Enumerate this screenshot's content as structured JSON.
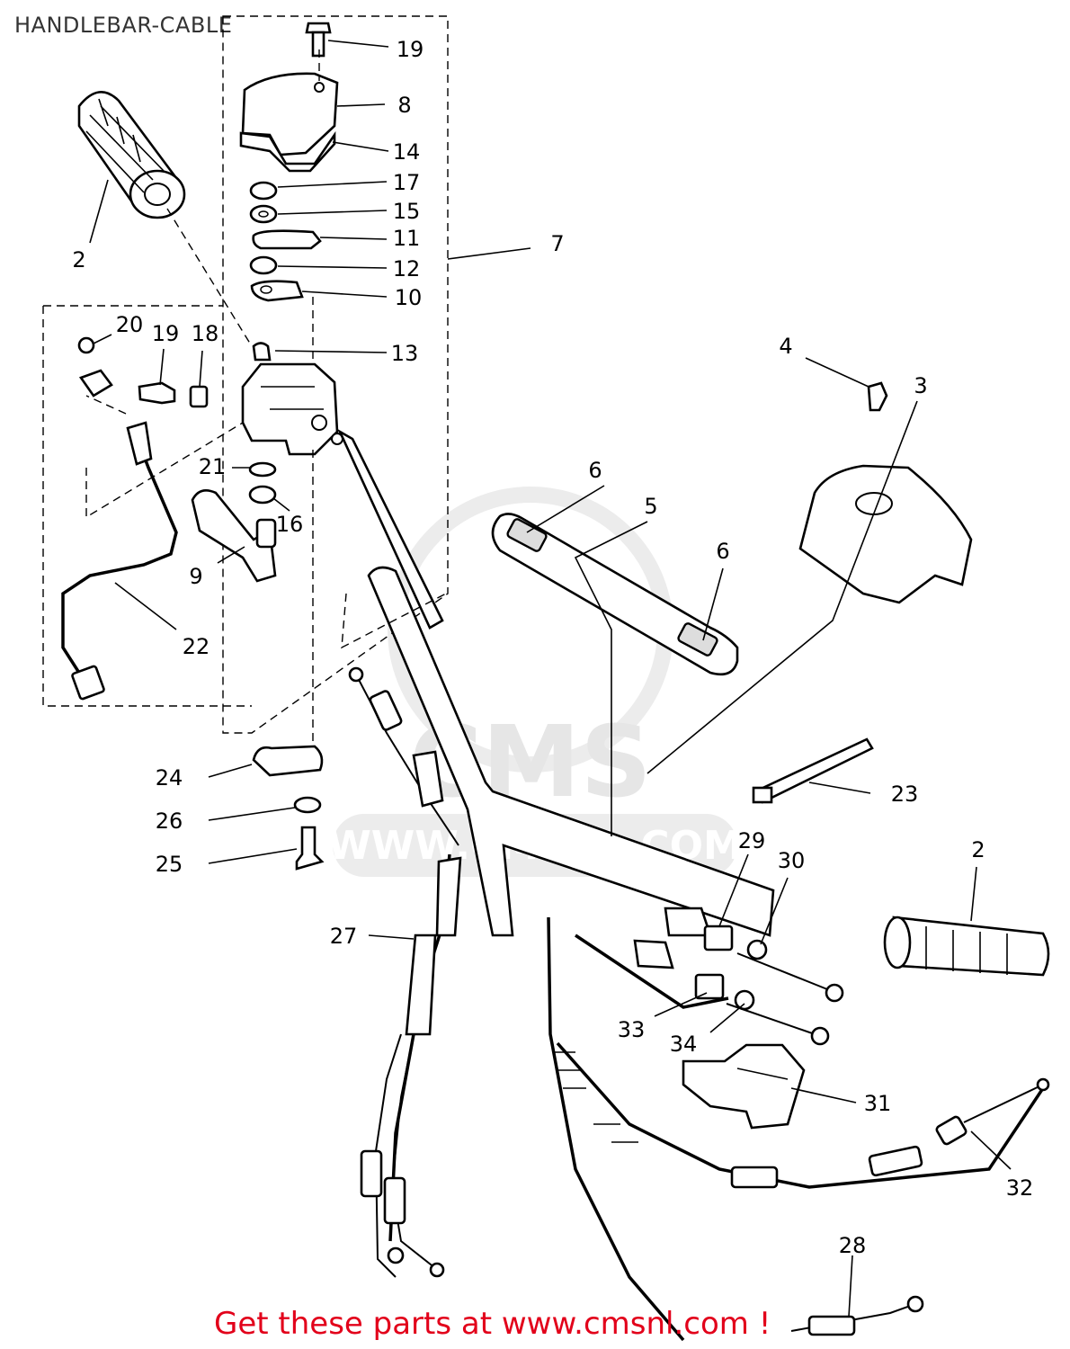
{
  "title": "HANDLEBAR-CABLE",
  "footer": {
    "link_text": "Get these parts at www.cmsnl.com !"
  },
  "watermark": {
    "brand": "CMS",
    "site": "WWW.CMSNL.COM"
  },
  "colors": {
    "footer_text": "#e2001a",
    "title_text": "#333333",
    "watermark": "#e6e6e6"
  },
  "callouts": [
    "19",
    "8",
    "14",
    "17",
    "15",
    "11",
    "12",
    "10",
    "7",
    "2",
    "20",
    "19",
    "18",
    "13",
    "21",
    "16",
    "9",
    "22",
    "4",
    "3",
    "6",
    "5",
    "6",
    "24",
    "26",
    "25",
    "27",
    "23",
    "29",
    "30",
    "2",
    "33",
    "34",
    "31",
    "32",
    "28"
  ]
}
